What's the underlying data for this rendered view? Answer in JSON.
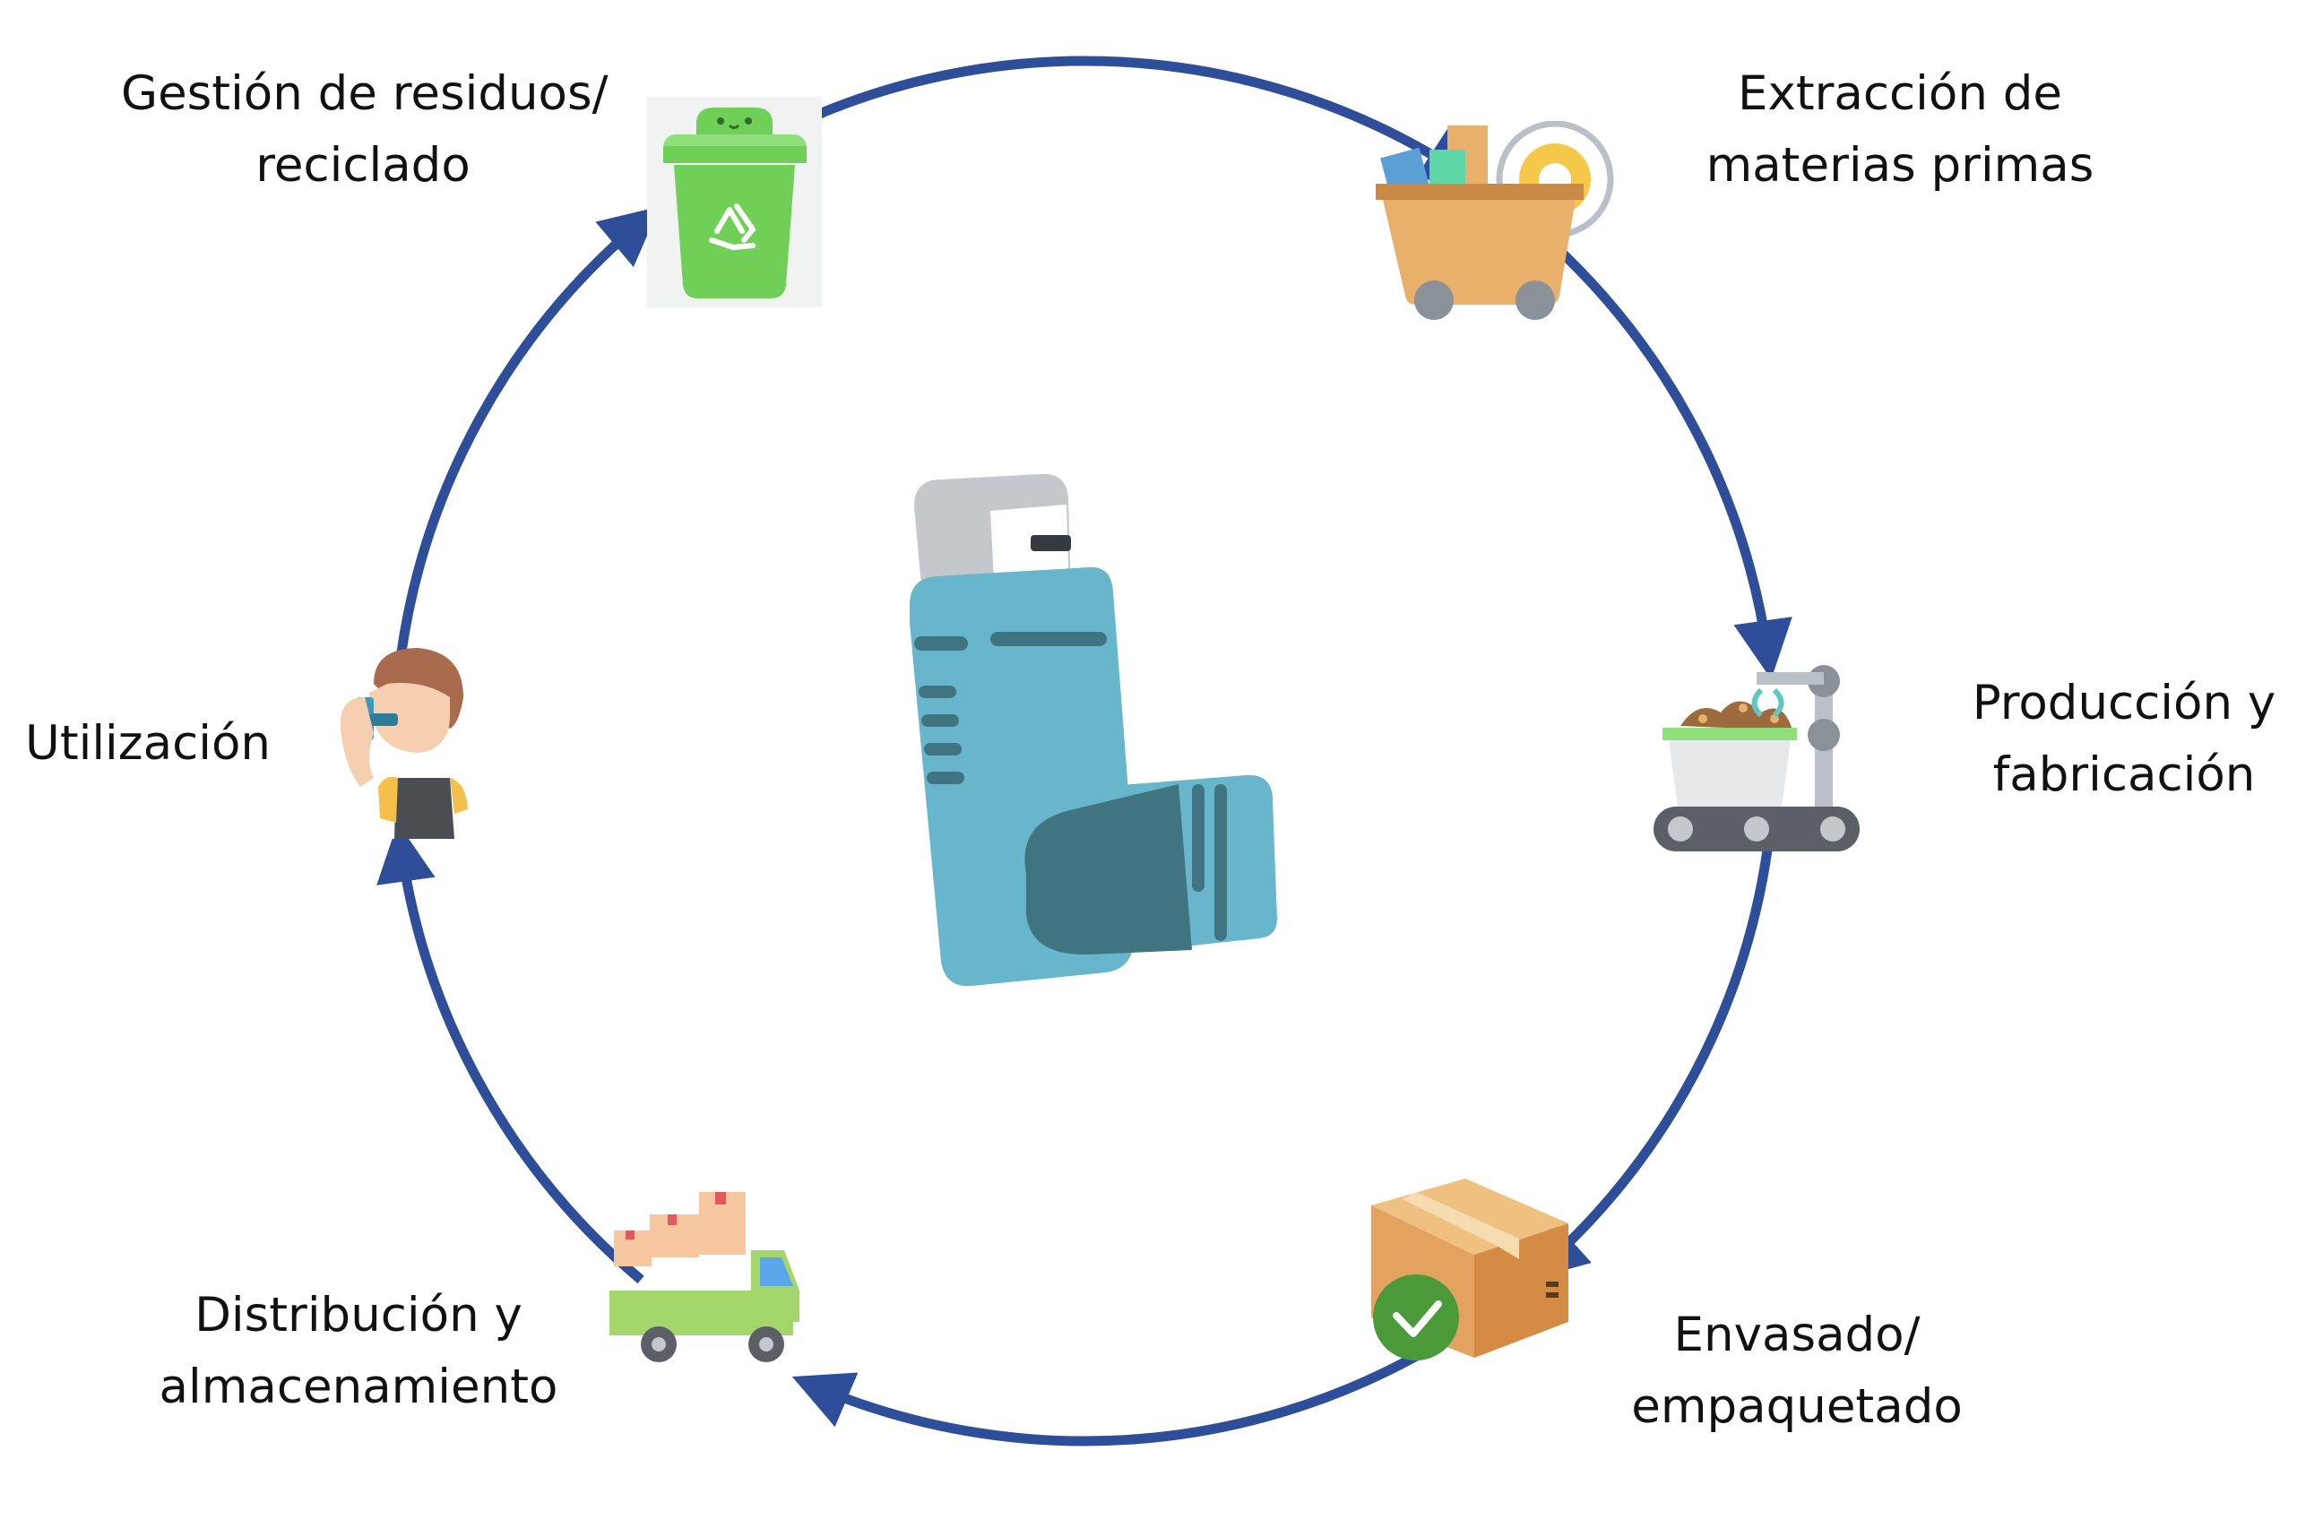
{
  "diagram": {
    "stages": [
      {
        "id": "extraction",
        "lines": [
          "Extracción de",
          "materias primas"
        ],
        "icon": "mining-cart-gear-icon"
      },
      {
        "id": "production",
        "lines": [
          "Producción y",
          "fabricación"
        ],
        "icon": "conveyor-robot-arm-icon"
      },
      {
        "id": "packaging",
        "lines": [
          "Envasado/",
          "empaquetado"
        ],
        "icon": "box-checkmark-icon"
      },
      {
        "id": "distribution",
        "lines": [
          "Distribución y",
          "almacenamiento"
        ],
        "icon": "delivery-truck-icon"
      },
      {
        "id": "use",
        "lines": [
          "Utilización"
        ],
        "icon": "person-using-inhaler-icon"
      },
      {
        "id": "waste",
        "lines": [
          "Gestión de residuos/",
          "reciclado"
        ],
        "icon": "recycling-bin-icon"
      }
    ],
    "center_icon": "inhaler-icon",
    "colors": {
      "arrow": "#2f4e9a",
      "inhaler_body": "#67b6cb",
      "inhaler_dark": "#3f7480",
      "inhaler_cap": "#c4c8cc",
      "bin": "#6fcf57",
      "cart": "#e8b06a",
      "gear": "#f5c84a",
      "box": "#e3a260",
      "check": "#4a9a3a",
      "truck": "#a3d66a"
    }
  }
}
